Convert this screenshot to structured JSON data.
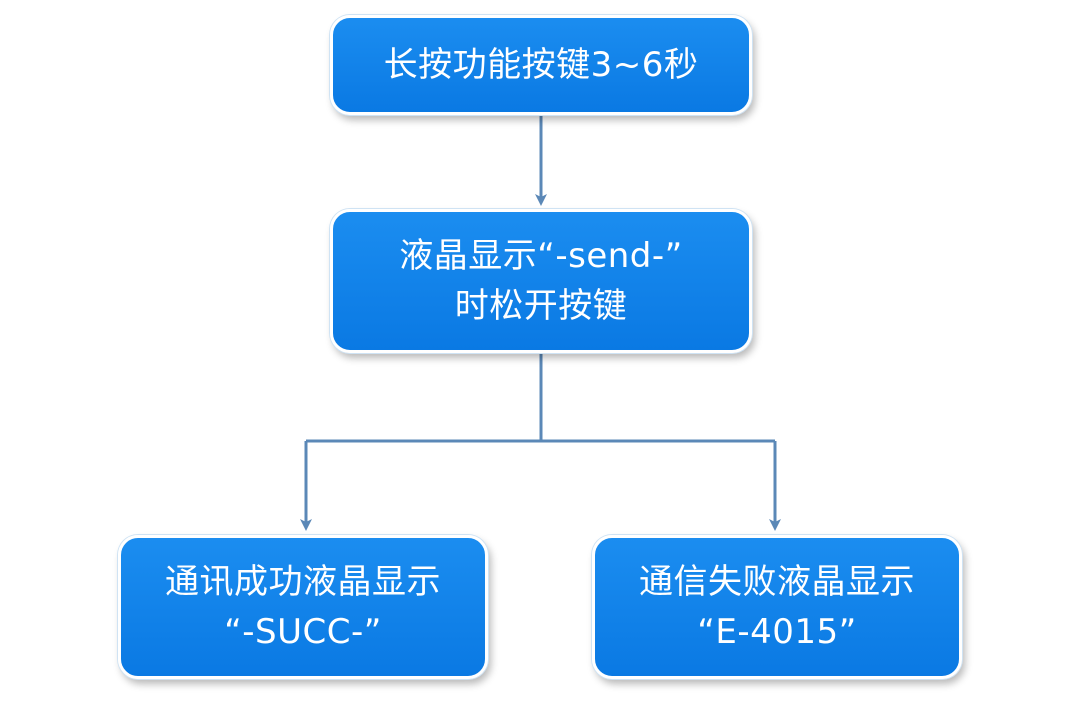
{
  "colors": {
    "node_fill": "#0a7fe6",
    "node_border": "#ffffff",
    "node_text": "#ffffff",
    "connector": "#5b88b7"
  },
  "nodes": {
    "start": {
      "line1": "长按功能按键3~6秒"
    },
    "send": {
      "line1": "液晶显示“-send-”",
      "line2": "时松开按键"
    },
    "succ": {
      "line1": "通讯成功液晶显示",
      "line2": "“-SUCC-”"
    },
    "fail": {
      "line1": "通信失败液晶显示",
      "line2": "“E-4015”"
    }
  }
}
